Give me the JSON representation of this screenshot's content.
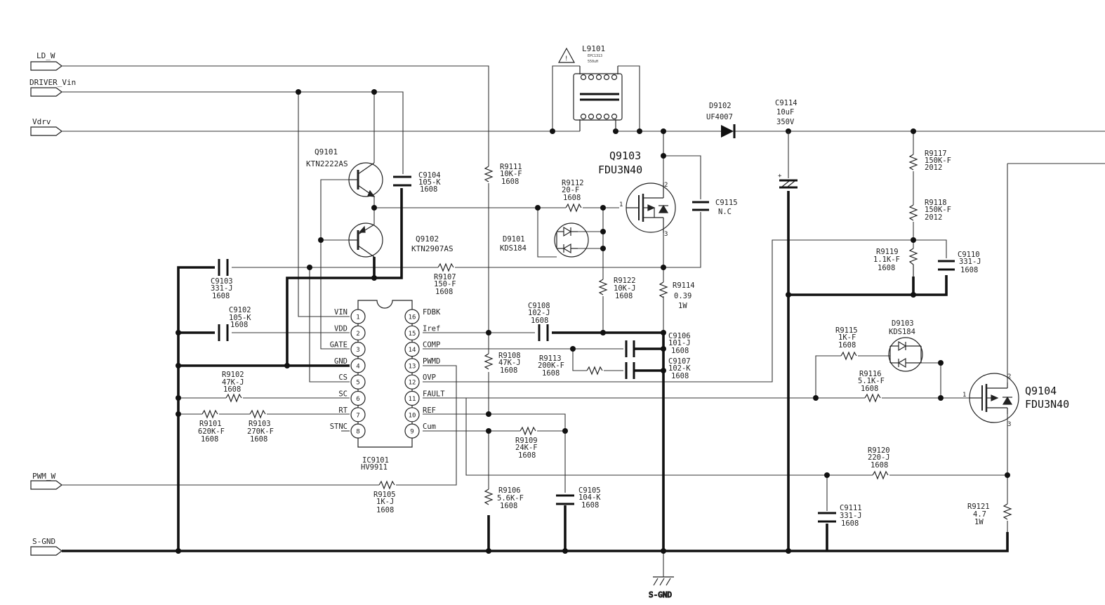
{
  "ports": [
    {
      "id": "ld_w",
      "label": "LD_W"
    },
    {
      "id": "driver_vin",
      "label": "DRIVER_Vin"
    },
    {
      "id": "vdrv",
      "label": "Vdrv"
    },
    {
      "id": "pwm_w",
      "label": "PWM_W"
    },
    {
      "id": "sgnd",
      "label": "S-GND"
    }
  ],
  "ground_symbol_label": "S-GND",
  "ic": {
    "ref": "IC9101",
    "part": "HV9911",
    "pins_left": [
      {
        "num": "1",
        "name": "VIN"
      },
      {
        "num": "2",
        "name": "VDD"
      },
      {
        "num": "3",
        "name": "GATE"
      },
      {
        "num": "4",
        "name": "GND"
      },
      {
        "num": "5",
        "name": "CS"
      },
      {
        "num": "6",
        "name": "SC"
      },
      {
        "num": "7",
        "name": "RT"
      },
      {
        "num": "8",
        "name": "STNC"
      }
    ],
    "pins_right": [
      {
        "num": "16",
        "name": "FDBK"
      },
      {
        "num": "15",
        "name": "Iref"
      },
      {
        "num": "14",
        "name": "COMP"
      },
      {
        "num": "13",
        "name": "PWMD"
      },
      {
        "num": "12",
        "name": "OVP"
      },
      {
        "num": "11",
        "name": "FAULT"
      },
      {
        "num": "10",
        "name": "REF"
      },
      {
        "num": "9",
        "name": "Cum"
      }
    ]
  },
  "inductor": {
    "ref": "L9101",
    "line1": "EPC1313",
    "line2": "550uH"
  },
  "labels": [
    {
      "id": "q9101_ref",
      "text": "Q9101"
    },
    {
      "id": "q9101_part",
      "text": "KTN2222AS"
    },
    {
      "id": "q9102_ref",
      "text": "Q9102"
    },
    {
      "id": "q9102_part",
      "text": "KTN2907AS"
    },
    {
      "id": "c9104_ref",
      "text": "C9104"
    },
    {
      "id": "c9104_v",
      "text": "105-K"
    },
    {
      "id": "c9104_p",
      "text": "1608"
    },
    {
      "id": "r9111_ref",
      "text": "R9111"
    },
    {
      "id": "r9111_v",
      "text": "10K-F"
    },
    {
      "id": "r9111_p",
      "text": "1608"
    },
    {
      "id": "q9103_ref",
      "text": "Q9103"
    },
    {
      "id": "q9103_part",
      "text": "FDU3N40"
    },
    {
      "id": "r9112_ref",
      "text": "R9112"
    },
    {
      "id": "r9112_v",
      "text": "20-F"
    },
    {
      "id": "r9112_p",
      "text": "1608"
    },
    {
      "id": "d9101_ref",
      "text": "D9101"
    },
    {
      "id": "d9101_part",
      "text": "KDS184"
    },
    {
      "id": "c9115_ref",
      "text": "C9115"
    },
    {
      "id": "c9115_v",
      "text": "N.C"
    },
    {
      "id": "d9102_ref",
      "text": "D9102"
    },
    {
      "id": "d9102_part",
      "text": "UF4007"
    },
    {
      "id": "c9114_ref",
      "text": "C9114"
    },
    {
      "id": "c9114_v",
      "text": "10uF"
    },
    {
      "id": "c9114_volt",
      "text": "350V"
    },
    {
      "id": "r9117_ref",
      "text": "R9117"
    },
    {
      "id": "r9117_v",
      "text": "150K-F"
    },
    {
      "id": "r9117_p",
      "text": "2012"
    },
    {
      "id": "r9118_ref",
      "text": "R9118"
    },
    {
      "id": "r9118_v",
      "text": "150K-F"
    },
    {
      "id": "r9118_p",
      "text": "2012"
    },
    {
      "id": "r9119_ref",
      "text": "R9119"
    },
    {
      "id": "r9119_v",
      "text": "1.1K-F"
    },
    {
      "id": "r9119_p",
      "text": "1608"
    },
    {
      "id": "c9110_ref",
      "text": "C9110"
    },
    {
      "id": "c9110_v",
      "text": "331-J"
    },
    {
      "id": "c9110_p",
      "text": "1608"
    },
    {
      "id": "c9103_ref",
      "text": "C9103"
    },
    {
      "id": "c9103_v",
      "text": "331-J"
    },
    {
      "id": "c9103_p",
      "text": "1608"
    },
    {
      "id": "r9107_ref",
      "text": "R9107"
    },
    {
      "id": "r9107_v",
      "text": "150-F"
    },
    {
      "id": "r9107_p",
      "text": "1608"
    },
    {
      "id": "r9122_ref",
      "text": "R9122"
    },
    {
      "id": "r9122_v",
      "text": "10K-J"
    },
    {
      "id": "r9122_p",
      "text": "1608"
    },
    {
      "id": "r9114_ref",
      "text": "R9114"
    },
    {
      "id": "r9114_v",
      "text": "0.39"
    },
    {
      "id": "r9114_p",
      "text": "1W"
    },
    {
      "id": "c9102_ref",
      "text": "C9102"
    },
    {
      "id": "c9102_v",
      "text": "105-K"
    },
    {
      "id": "c9102_p",
      "text": "1608"
    },
    {
      "id": "c9108_ref",
      "text": "C9108"
    },
    {
      "id": "c9108_v",
      "text": "102-J"
    },
    {
      "id": "c9108_p",
      "text": "1608"
    },
    {
      "id": "c9106_ref",
      "text": "C9106"
    },
    {
      "id": "c9106_v",
      "text": "101-J"
    },
    {
      "id": "c9106_p",
      "text": "1608"
    },
    {
      "id": "c9107_ref",
      "text": "C9107"
    },
    {
      "id": "c9107_v",
      "text": "102-K"
    },
    {
      "id": "c9107_p",
      "text": "1608"
    },
    {
      "id": "r9108_ref",
      "text": "R9108"
    },
    {
      "id": "r9108_v",
      "text": "47K-J"
    },
    {
      "id": "r9108_p",
      "text": "1608"
    },
    {
      "id": "r9113_ref",
      "text": "R9113"
    },
    {
      "id": "r9113_v",
      "text": "200K-F"
    },
    {
      "id": "r9113_p",
      "text": "1608"
    },
    {
      "id": "r9115_ref",
      "text": "R9115"
    },
    {
      "id": "r9115_v",
      "text": "1K-F"
    },
    {
      "id": "r9115_p",
      "text": "1608"
    },
    {
      "id": "d9103_ref",
      "text": "D9103"
    },
    {
      "id": "d9103_part",
      "text": "KDS184"
    },
    {
      "id": "r9116_ref",
      "text": "R9116"
    },
    {
      "id": "r9116_v",
      "text": "5.1K-F"
    },
    {
      "id": "r9116_p",
      "text": "1608"
    },
    {
      "id": "q9104_ref",
      "text": "Q9104"
    },
    {
      "id": "q9104_part",
      "text": "FDU3N40"
    },
    {
      "id": "r9102_ref",
      "text": "R9102"
    },
    {
      "id": "r9102_v",
      "text": "47K-J"
    },
    {
      "id": "r9102_p",
      "text": "1608"
    },
    {
      "id": "r9101_ref",
      "text": "R9101"
    },
    {
      "id": "r9101_v",
      "text": "620K-F"
    },
    {
      "id": "r9101_p",
      "text": "1608"
    },
    {
      "id": "r9103_ref",
      "text": "R9103"
    },
    {
      "id": "r9103_v",
      "text": "270K-F"
    },
    {
      "id": "r9103_p",
      "text": "1608"
    },
    {
      "id": "r9109_ref",
      "text": "R9109"
    },
    {
      "id": "r9109_v",
      "text": "24K-F"
    },
    {
      "id": "r9109_p",
      "text": "1608"
    },
    {
      "id": "r9120_ref",
      "text": "R9120"
    },
    {
      "id": "r9120_v",
      "text": "220-J"
    },
    {
      "id": "r9120_p",
      "text": "1608"
    },
    {
      "id": "r9105_ref",
      "text": "R9105"
    },
    {
      "id": "r9105_v",
      "text": "1K-J"
    },
    {
      "id": "r9105_p",
      "text": "1608"
    },
    {
      "id": "r9106_ref",
      "text": "R9106"
    },
    {
      "id": "r9106_v",
      "text": "5.6K-F"
    },
    {
      "id": "r9106_p",
      "text": "1608"
    },
    {
      "id": "c9105_ref",
      "text": "C9105"
    },
    {
      "id": "c9105_v",
      "text": "104-K"
    },
    {
      "id": "c9105_p",
      "text": "1608"
    },
    {
      "id": "c9111_ref",
      "text": "C9111"
    },
    {
      "id": "c9111_v",
      "text": "331-J"
    },
    {
      "id": "c9111_p",
      "text": "1608"
    },
    {
      "id": "r9121_ref",
      "text": "R9121"
    },
    {
      "id": "r9121_v",
      "text": "4.7"
    },
    {
      "id": "r9121_p",
      "text": "1W"
    },
    {
      "id": "q9103_g",
      "text": "1"
    },
    {
      "id": "q9103_d",
      "text": "2"
    },
    {
      "id": "q9103_s",
      "text": "3"
    },
    {
      "id": "q9104_g",
      "text": "1"
    },
    {
      "id": "q9104_d",
      "text": "2"
    },
    {
      "id": "q9104_s",
      "text": "3"
    }
  ]
}
